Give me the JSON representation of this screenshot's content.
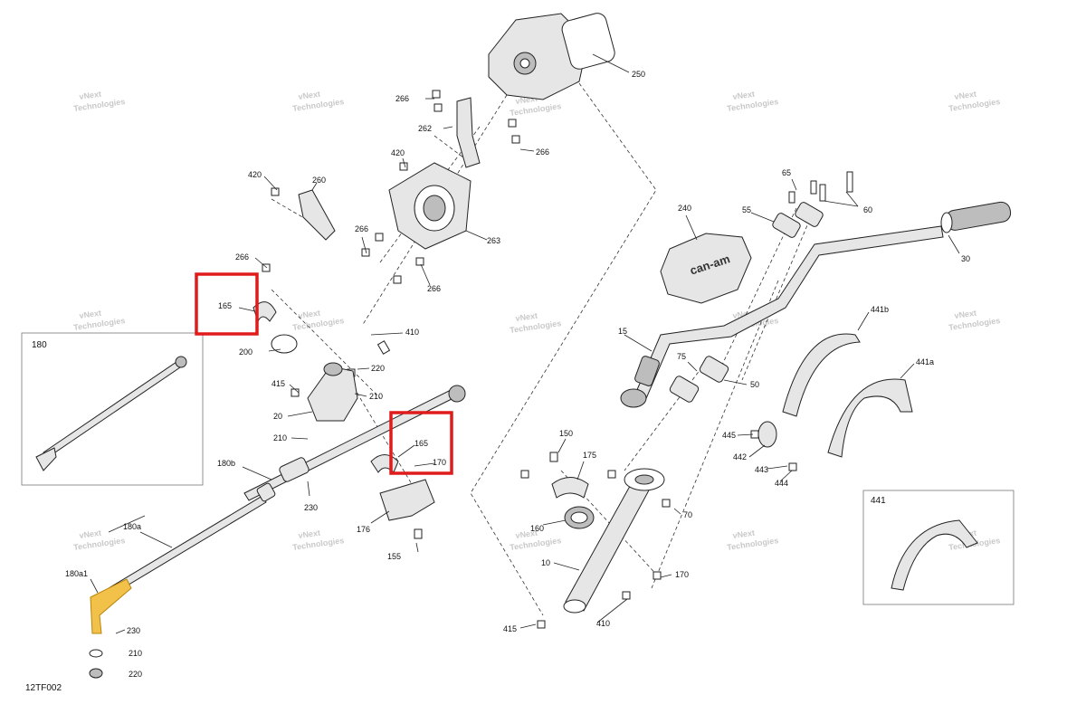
{
  "diagram_code": "12TF002",
  "watermark_line1": "vNext",
  "watermark_line2": "Technologies",
  "inset_labels": {
    "tie_rod_box": "180",
    "grip_box": "441"
  },
  "callouts": {
    "c250": "250",
    "c266a": "266",
    "c262": "262",
    "c266b": "266",
    "c420a": "420",
    "c420b": "420",
    "c260": "260",
    "c266c": "266",
    "c263": "263",
    "c266d": "266",
    "c266e": "266",
    "c165a": "165",
    "c410a": "410",
    "c200": "200",
    "c220a": "220",
    "c415a": "415",
    "c210a": "210",
    "c20": "20",
    "c210b": "210",
    "c165b": "165",
    "c170a": "170",
    "c180b": "180b",
    "c230a": "230",
    "c176": "176",
    "c155": "155",
    "c180a": "180a",
    "c180a1": "180a1",
    "c230b": "230",
    "c210c": "210",
    "c220b": "220",
    "c150": "150",
    "c175": "175",
    "c160": "160",
    "c70": "70",
    "c10": "10",
    "c170b": "170",
    "c410b": "410",
    "c415b": "415",
    "c65": "65",
    "c60": "60",
    "c55": "55",
    "c240": "240",
    "c30": "30",
    "c15": "15",
    "c75": "75",
    "c50": "50",
    "c441b": "441b",
    "c441a": "441a",
    "c445": "445",
    "c442": "442",
    "c443": "443",
    "c444": "444"
  },
  "brand_mark": "can-am",
  "colors": {
    "highlight": "#e01b1b",
    "highlight_part": "#f2c14a"
  }
}
